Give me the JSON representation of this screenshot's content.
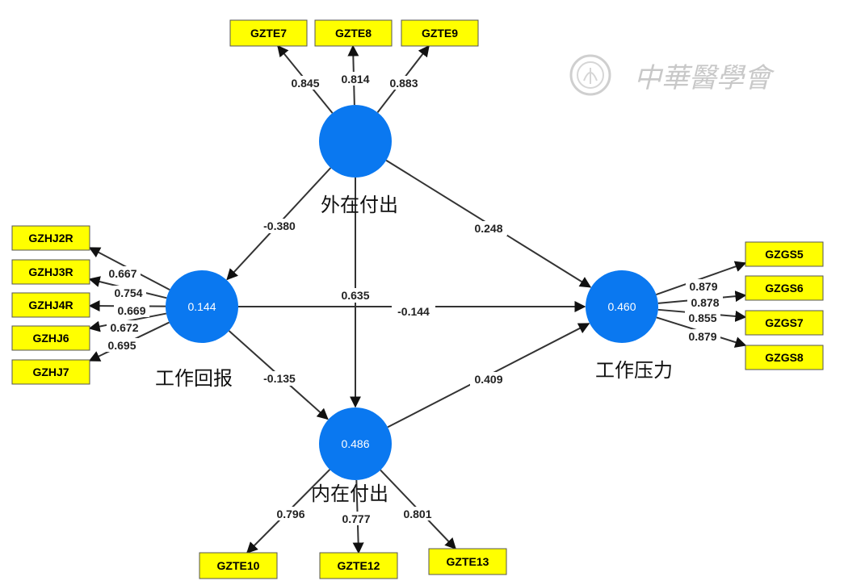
{
  "watermark": {
    "text": "中華醫學會",
    "color": "#c8c8c8"
  },
  "colors": {
    "node_fill": "#0a78f0",
    "indicator_fill": "#ffff00",
    "edge": "#333333"
  },
  "latent_variables": [
    {
      "id": "wzfc",
      "label": "外在付出",
      "r2": ""
    },
    {
      "id": "gzhb",
      "label": "工作回报",
      "r2": "0.144"
    },
    {
      "id": "nzfc",
      "label": "内在付出",
      "r2": "0.486"
    },
    {
      "id": "gzyl",
      "label": "工作压力",
      "r2": "0.460"
    }
  ],
  "indicators": [
    {
      "id": "GZTE7",
      "label": "GZTE7",
      "latent": "wzfc",
      "loading": "0.845"
    },
    {
      "id": "GZTE8",
      "label": "GZTE8",
      "latent": "wzfc",
      "loading": "0.814"
    },
    {
      "id": "GZTE9",
      "label": "GZTE9",
      "latent": "wzfc",
      "loading": "0.883"
    },
    {
      "id": "GZHJ2R",
      "label": "GZHJ2R",
      "latent": "gzhb",
      "loading": "0.667"
    },
    {
      "id": "GZHJ3R",
      "label": "GZHJ3R",
      "latent": "gzhb",
      "loading": "0.754"
    },
    {
      "id": "GZHJ4R",
      "label": "GZHJ4R",
      "latent": "gzhb",
      "loading": "0.669"
    },
    {
      "id": "GZHJ6",
      "label": "GZHJ6",
      "latent": "gzhb",
      "loading": "0.672"
    },
    {
      "id": "GZHJ7",
      "label": "GZHJ7",
      "latent": "gzhb",
      "loading": "0.695"
    },
    {
      "id": "GZGS5",
      "label": "GZGS5",
      "latent": "gzyl",
      "loading": "0.879"
    },
    {
      "id": "GZGS6",
      "label": "GZGS6",
      "latent": "gzyl",
      "loading": "0.878"
    },
    {
      "id": "GZGS7",
      "label": "GZGS7",
      "latent": "gzyl",
      "loading": "0.855"
    },
    {
      "id": "GZGS8",
      "label": "GZGS8",
      "latent": "gzyl",
      "loading": "0.879"
    },
    {
      "id": "GZTE10",
      "label": "GZTE10",
      "latent": "nzfc",
      "loading": "0.796"
    },
    {
      "id": "GZTE12",
      "label": "GZTE12",
      "latent": "nzfc",
      "loading": "0.777"
    },
    {
      "id": "GZTE13",
      "label": "GZTE13",
      "latent": "nzfc",
      "loading": "0.801"
    }
  ],
  "paths": [
    {
      "from": "wzfc",
      "to": "gzhb",
      "coef": "-0.380"
    },
    {
      "from": "wzfc",
      "to": "nzfc",
      "coef": "0.635"
    },
    {
      "from": "wzfc",
      "to": "gzyl",
      "coef": "0.248"
    },
    {
      "from": "gzhb",
      "to": "gzyl",
      "coef": "-0.144"
    },
    {
      "from": "gzhb",
      "to": "nzfc",
      "coef": "-0.135"
    },
    {
      "from": "nzfc",
      "to": "gzyl",
      "coef": "0.409"
    }
  ]
}
